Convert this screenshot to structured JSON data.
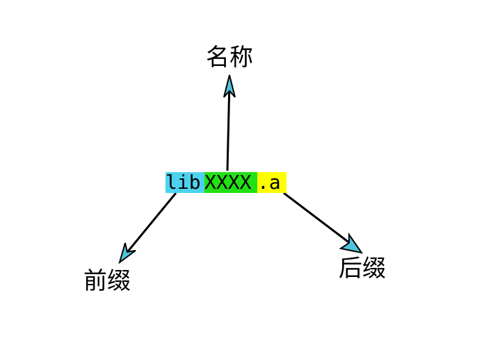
{
  "diagram": {
    "filename": {
      "prefix": "lib",
      "name": "XXXX",
      "suffix": ".a"
    },
    "labels": {
      "name": "名称",
      "prefix": "前缀",
      "suffix": "后缀"
    },
    "colors": {
      "prefix_highlight": "#4dd2ee",
      "name_highlight": "#22e014",
      "suffix_highlight": "#ffff00",
      "arrowhead_fill": "#4fc3dc",
      "arrow_stroke": "#000000"
    }
  }
}
